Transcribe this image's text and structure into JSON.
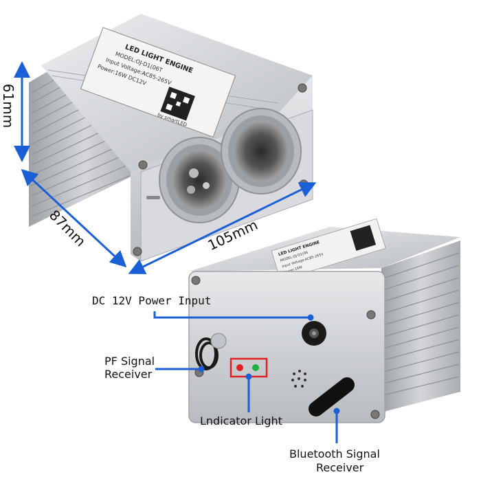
{
  "dimensions": {
    "height": "61mm",
    "depth": "87mm",
    "width": "105mm"
  },
  "device_label_top": {
    "line1": "LED LIGHT ENGINE",
    "line2": "MODEL:OJ-D1(06T",
    "line3": "Input Voltage:AC85-265V",
    "line4": "Power:16W   DC12V",
    "line5": "by smartLED"
  },
  "device_label_bottom": {
    "line1": "LED LIGHT ENGINE",
    "line2": "MODEL:OJ-D1(06",
    "line3": "Input Voltage:AC85-265V",
    "line4": "Power:16W"
  },
  "callouts": {
    "dc_power": "DC 12V Power Input",
    "pf_signal_line1": "PF Signal",
    "pf_signal_line2": "Receiver",
    "indicator": "Lndicator Light",
    "bluetooth_line1": "Bluetooth Signal",
    "bluetooth_line2": "Receiver"
  },
  "colors": {
    "arrow_blue": "#1a5fd6",
    "aluminum": "#c9ccd0",
    "led_red": "#e02020",
    "led_green": "#20b040"
  }
}
